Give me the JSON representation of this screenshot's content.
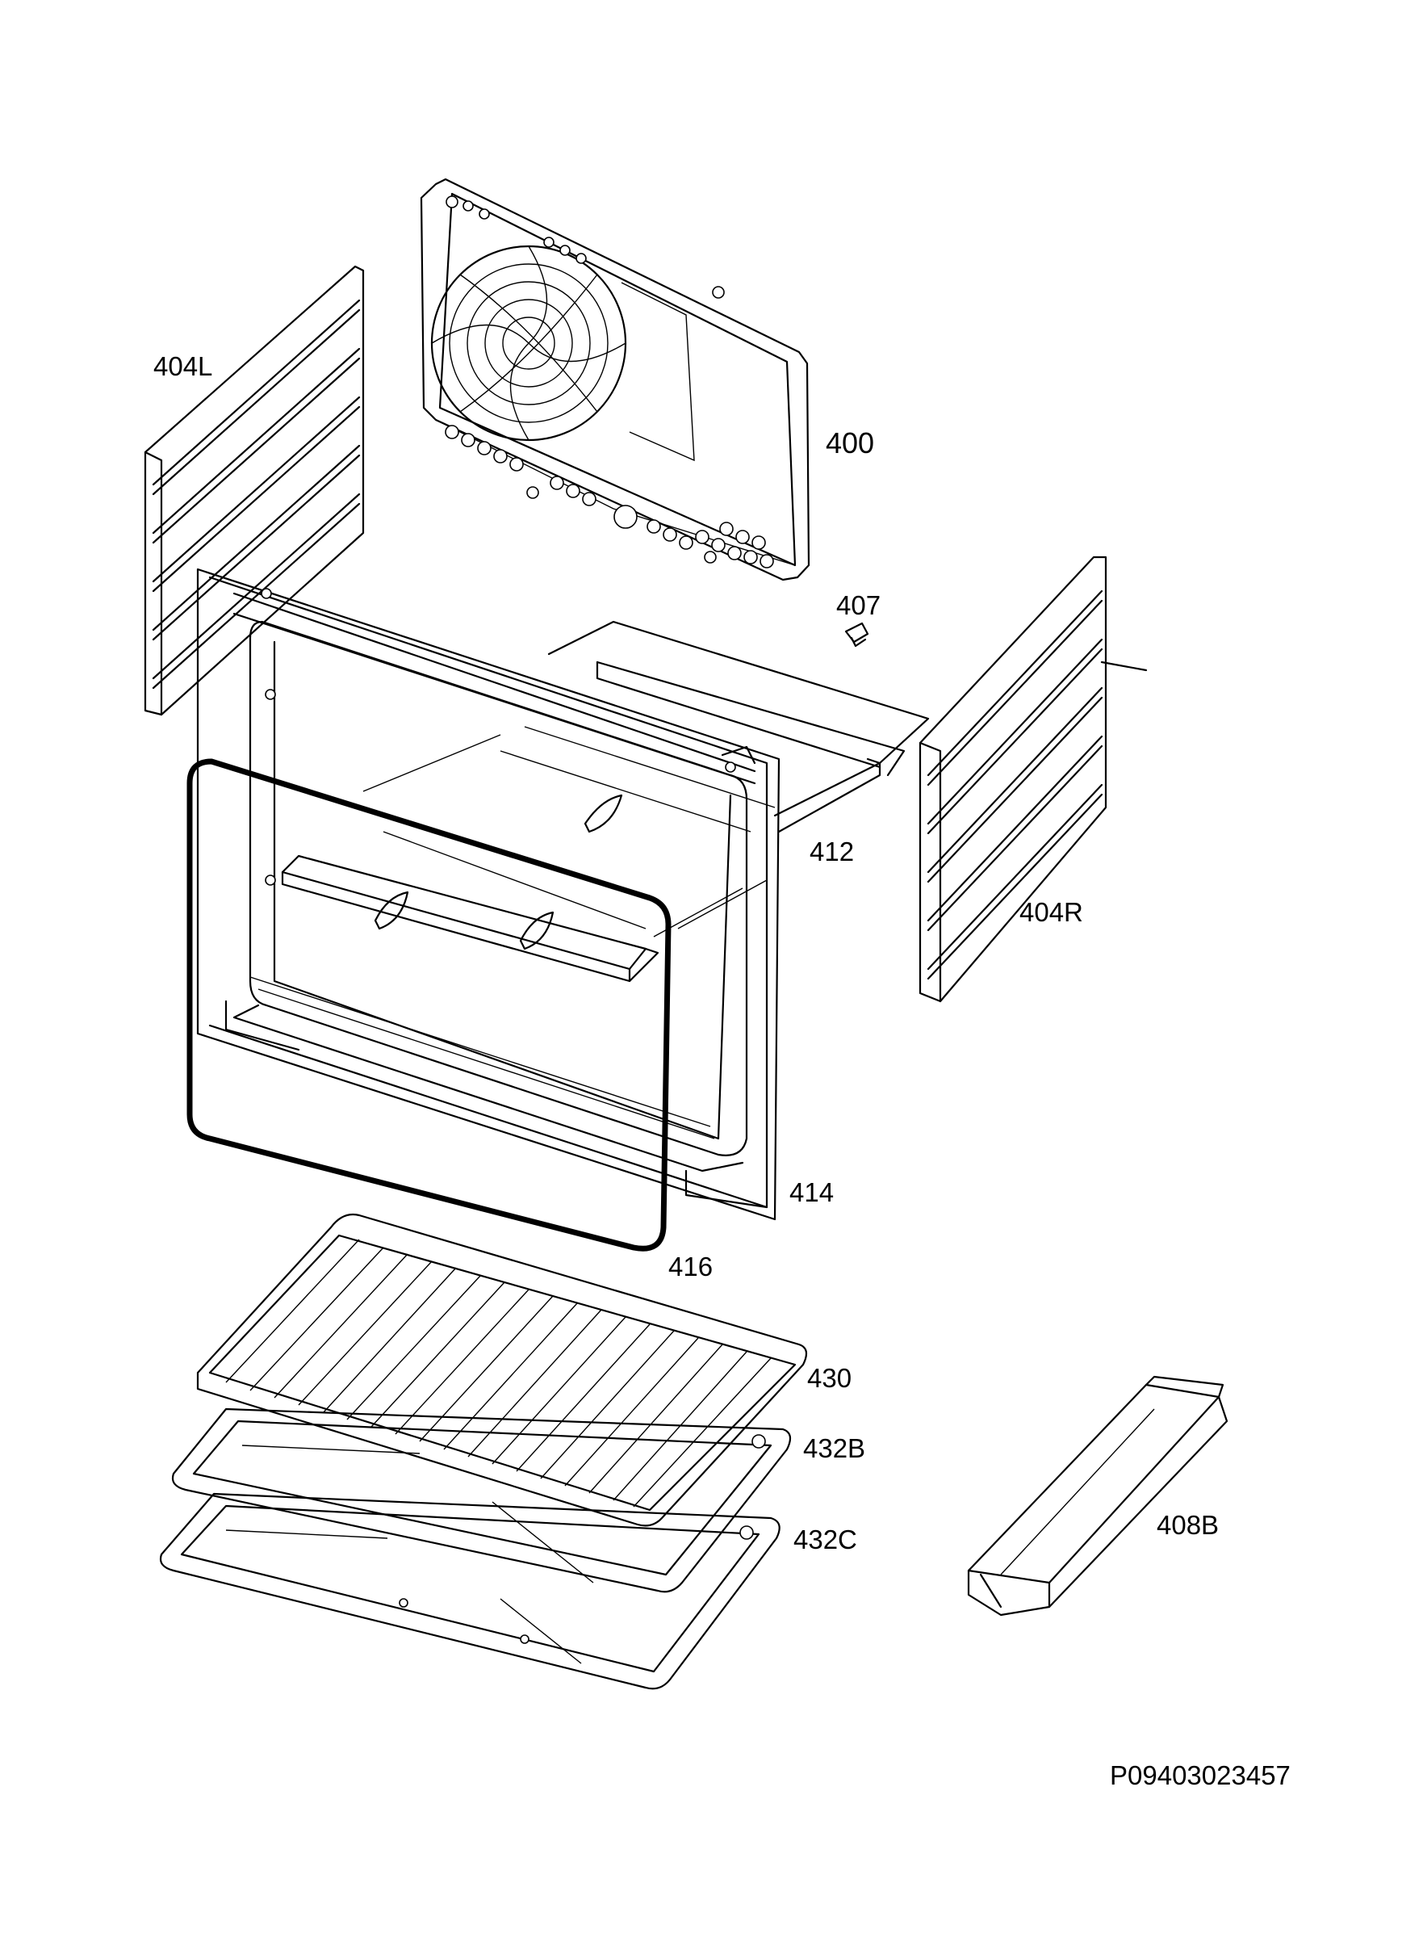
{
  "diagram": {
    "parts": [
      {
        "id": "p400",
        "label": "400"
      },
      {
        "id": "p404L",
        "label": "404L"
      },
      {
        "id": "p404R",
        "label": "404R"
      },
      {
        "id": "p407",
        "label": "407"
      },
      {
        "id": "p408B",
        "label": "408B"
      },
      {
        "id": "p412",
        "label": "412"
      },
      {
        "id": "p414",
        "label": "414"
      },
      {
        "id": "p416",
        "label": "416"
      },
      {
        "id": "p430",
        "label": "430"
      },
      {
        "id": "p432B",
        "label": "432B"
      },
      {
        "id": "p432C",
        "label": "432C"
      }
    ],
    "drawing_code": "P09403023457"
  }
}
